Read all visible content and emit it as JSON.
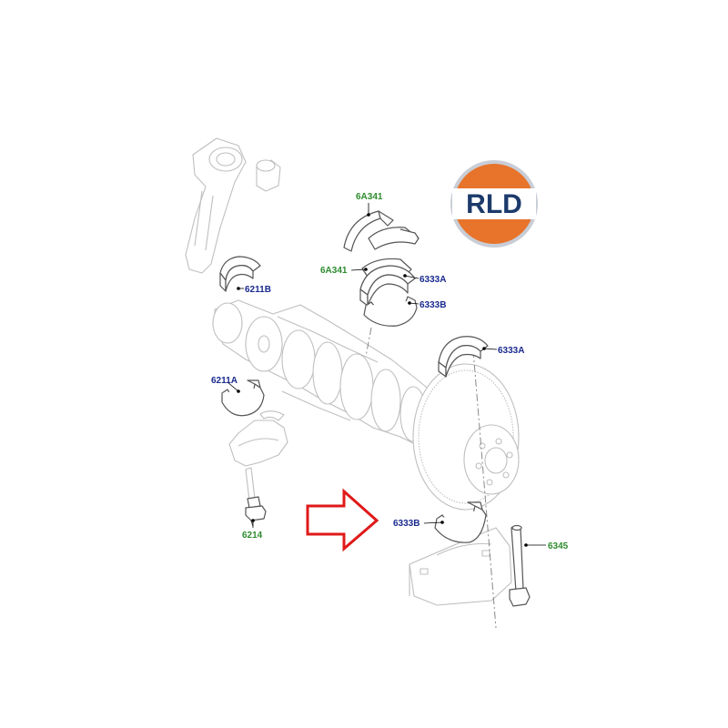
{
  "logo": {
    "text": "RLD",
    "colors": {
      "orange": "#e8732a",
      "navy": "#1c3a6b",
      "ring": "#c8cdd6"
    }
  },
  "colors": {
    "callout_green": "#2e8b2e",
    "callout_blue": "#1a2a8f",
    "arrow_red": "#e01919",
    "line_gray": "#555555",
    "ghost_gray": "#bfbfbf"
  },
  "callouts": {
    "thrust_washer_upper": "6A341",
    "thrust_washer_lower": "6A341",
    "main_bearing_upper_1": "6333A",
    "main_bearing_lower_1": "6333B",
    "main_bearing_upper_2": "6333A",
    "main_bearing_lower_2": "6333B",
    "rod_bearing_upper": "6211B",
    "rod_bearing_lower": "6211A",
    "rod_bolt": "6214",
    "main_cap_bolt": "6345"
  }
}
